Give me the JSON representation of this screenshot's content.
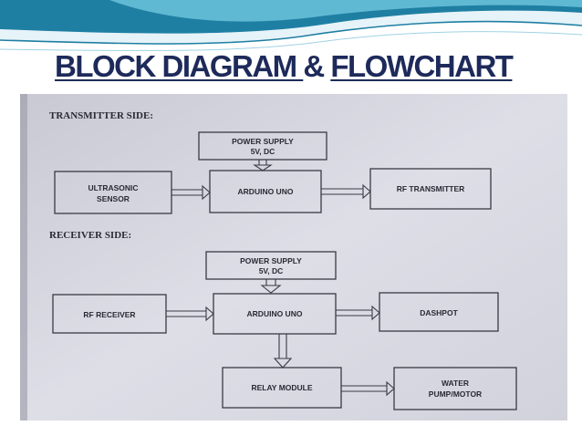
{
  "slide": {
    "title_part1": "BLOCK DIAGRAM ",
    "title_amp": "& ",
    "title_part2": "FLOWCHART"
  },
  "colors": {
    "title": "#1d2a5a",
    "wave_dark": "#1f7fa3",
    "wave_light": "#6cc3dc",
    "paper": "#dcdce6"
  },
  "transmitter": {
    "heading": "TRANSMITTER SIDE:",
    "power_line1": "POWER SUPPLY",
    "power_line2": "5V, DC",
    "sensor_line1": "ULTRASONIC",
    "sensor_line2": "SENSOR",
    "arduino": "ARDUINO UNO",
    "rf_transmitter": "RF TRANSMITTER"
  },
  "receiver": {
    "heading": "RECEIVER SIDE:",
    "power_line1": "POWER SUPPLY",
    "power_line2": "5V, DC",
    "rf_receiver": "RF RECEIVER",
    "arduino": "ARDUINO UNO",
    "dashpot": "DASHPOT",
    "relay": "RELAY MODULE",
    "pump_line1": "WATER",
    "pump_line2": "PUMP/MOTOR"
  }
}
